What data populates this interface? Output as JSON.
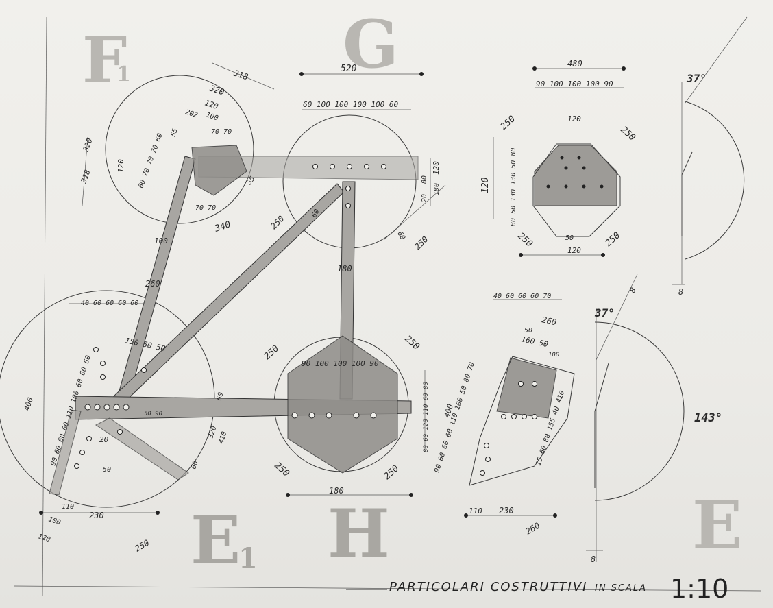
{
  "title": {
    "text": "PARTICOLARI COSTRUTTIVI",
    "in_scala": "IN SCALA",
    "scale": "1:10"
  },
  "stencil_labels": {
    "f1": "F",
    "f1_sub": "1",
    "g": "G",
    "e1": "E",
    "e1_sub": "1",
    "h": "H",
    "e": "E"
  },
  "angles": {
    "top_right": "37°",
    "middle": "37°",
    "big": "143°"
  },
  "dimensions": {
    "g_width": "520",
    "g_spacing": "60 100 100 100 100 60",
    "f1_318": "318",
    "f1_320": "320",
    "f1_120": "120",
    "f1_100": "100",
    "f1_202": "202",
    "f1_70_70": "70 70",
    "f1_55": "55",
    "f1_side": "60 70 70 70 60",
    "f1_left_120": "120",
    "f1_320v": "320",
    "f1_318v": "318",
    "f1_340": "340",
    "f1_70_70b": "70 70",
    "f1_35": "35",
    "g_250": "250",
    "g_120": "120",
    "g_180": "180",
    "g_20": "20",
    "g_80": "80",
    "g_250b": "250",
    "g_60": "60",
    "g_60b": "60",
    "diag_100": "100",
    "diag_260": "260",
    "diag_180": "180",
    "oct_480": "480",
    "oct_spacing": "90 100 100 100 90",
    "oct_120_top": "120",
    "oct_250_tl": "250",
    "oct_250_tr": "250",
    "oct_left": "80 50 130 130 50 80",
    "oct_120_left": "120",
    "oct_250_bl": "250",
    "oct_250_br": "250",
    "oct_50": "50",
    "oct_120_bot": "120",
    "oct_8": "8",
    "e1_top": "40 60 60 60 60",
    "e1_150": "150 50 50",
    "e1_side": "90 60 60 60 110 100 60 60 60",
    "e1_400": "400",
    "e1_20": "20",
    "e1_50": "50",
    "e1_110": "110",
    "e1_230": "230",
    "e1_100": "100",
    "e1_120": "120",
    "e1_250": "250",
    "e1_60": "60",
    "e1_320": "320",
    "e1_410": "410",
    "e1_60b": "60",
    "e1_50_90": "50 90",
    "h_spacing": "90 100 100 100 90",
    "h_250_tl": "250",
    "h_250_tr": "250",
    "h_250_bl": "250",
    "h_250_br": "250",
    "h_right": "80 60 120 110 60 80",
    "h_180": "180",
    "e_top": "40 60 60 60 70",
    "e_260": "260",
    "e_50": "50",
    "e_160_50": "160 50",
    "e_100": "100",
    "e_side": "90 60 60 60 110 100 50 80 70",
    "e_400": "400",
    "e_right": "15 60 80 155 40 410",
    "e_110": "110",
    "e_230": "230",
    "e_260b": "260",
    "e_8a": "8",
    "e_8b": "8"
  }
}
